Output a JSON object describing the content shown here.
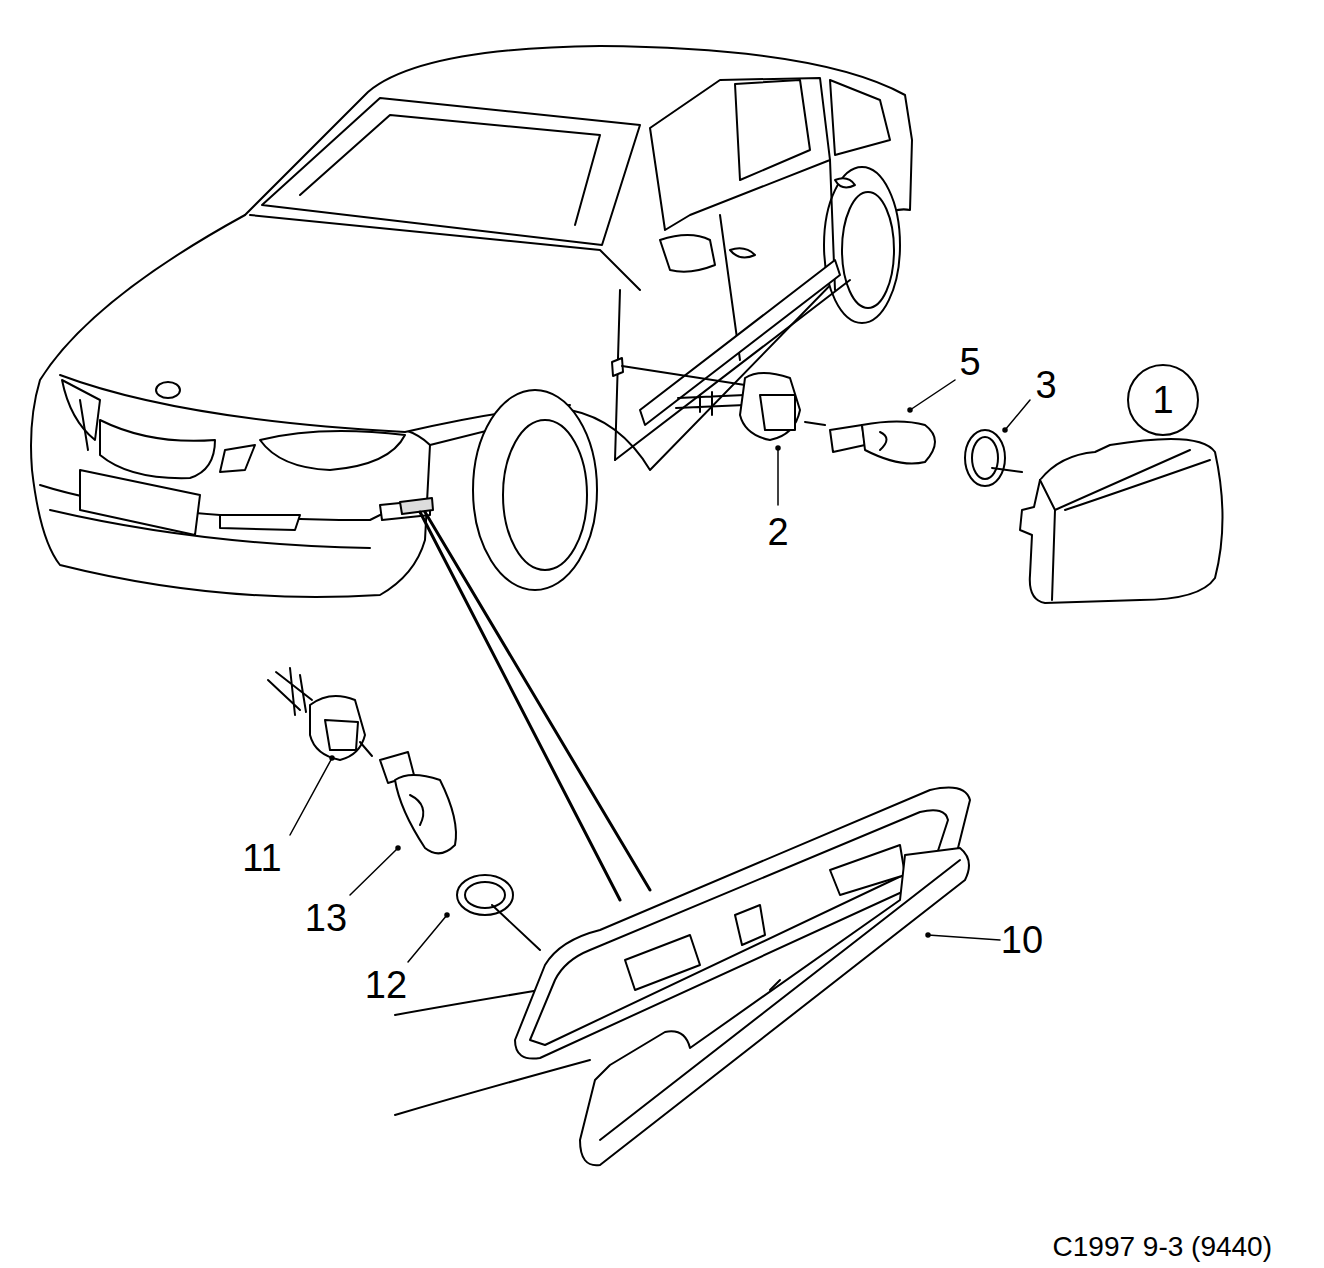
{
  "diagram": {
    "caption": "C1997 9-3 (9440)",
    "nodes": [
      {
        "text": [
          "1"
        ]
      }
    ],
    "labels": [
      "5",
      "3",
      "2",
      "11",
      "13",
      "12",
      "10"
    ]
  }
}
